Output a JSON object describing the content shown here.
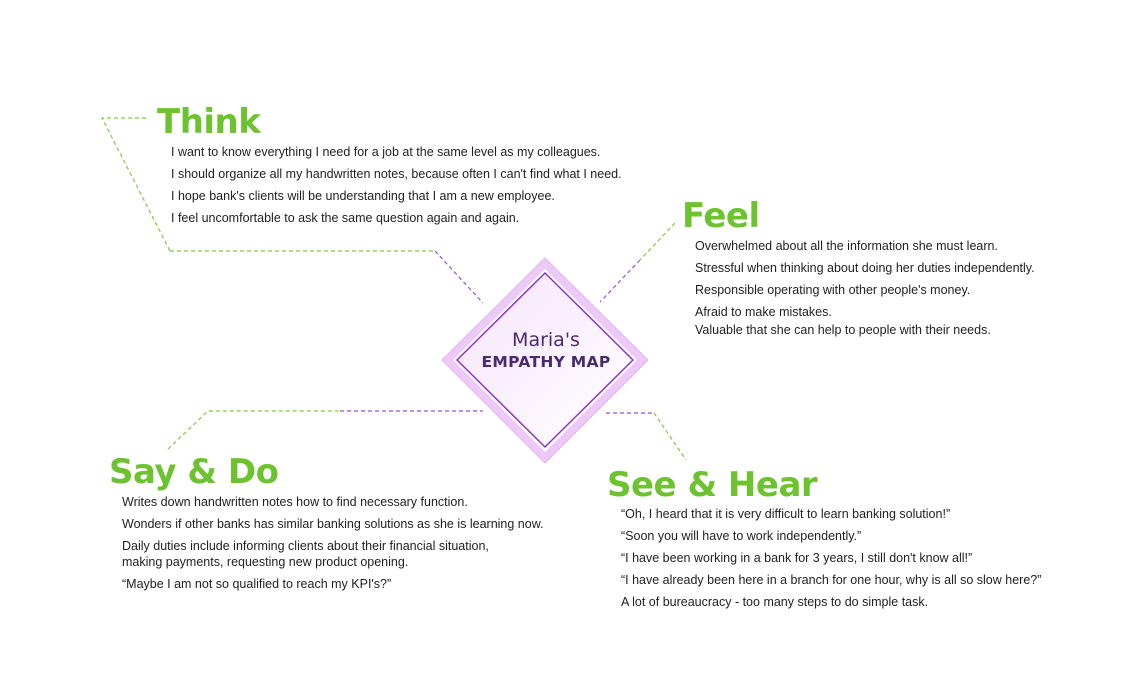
{
  "center": {
    "name": "Maria's",
    "label": "EMPATHY MAP"
  },
  "think": {
    "heading": "Think",
    "items": [
      "I want to know everything I need for a job at the same level as my colleagues.",
      "I should organize all my handwritten notes, because often I can't find what I need.",
      "I hope bank's clients will be understanding that I am a new employee.",
      "I feel uncomfortable to ask the same question again and again."
    ]
  },
  "feel": {
    "heading": "Feel",
    "items": [
      "Overwhelmed about all the information she must learn.",
      "Stressful when thinking about doing her duties independently.",
      "Responsible operating with other people's money.",
      "Afraid to make mistakes.",
      "Valuable that she can help to people with their needs."
    ]
  },
  "say_do": {
    "heading": "Say & Do",
    "items": [
      "Writes down handwritten notes how to find necessary function.",
      "Wonders if other banks has similar banking solutions as she is learning now.",
      "Daily duties include informing clients about their financial situation, making payments, requesting new product opening.",
      "“Maybe I am not so qualified to reach my KPI's?”"
    ]
  },
  "see_hear": {
    "heading": "See & Hear",
    "items": [
      "“Oh, I heard that it is very difficult to learn banking solution!”",
      "“Soon you will have to work independently.”",
      "“I have been working in a bank for 3 years, I still don't know all!”",
      "“I have already been here in a branch for one hour, why is all so slow here?”",
      "A lot of bureaucracy - too many steps to do simple task."
    ]
  },
  "colors": {
    "heading_green": "#6cc32f",
    "connector_green": "#7ccd3c",
    "connector_purple": "#9b4fd6",
    "diamond_outer": "#ecc9f7",
    "diamond_inner_stroke": "#8e2fd3",
    "title_text": "#4a2a6e",
    "body_text": "#1f1f1f"
  }
}
